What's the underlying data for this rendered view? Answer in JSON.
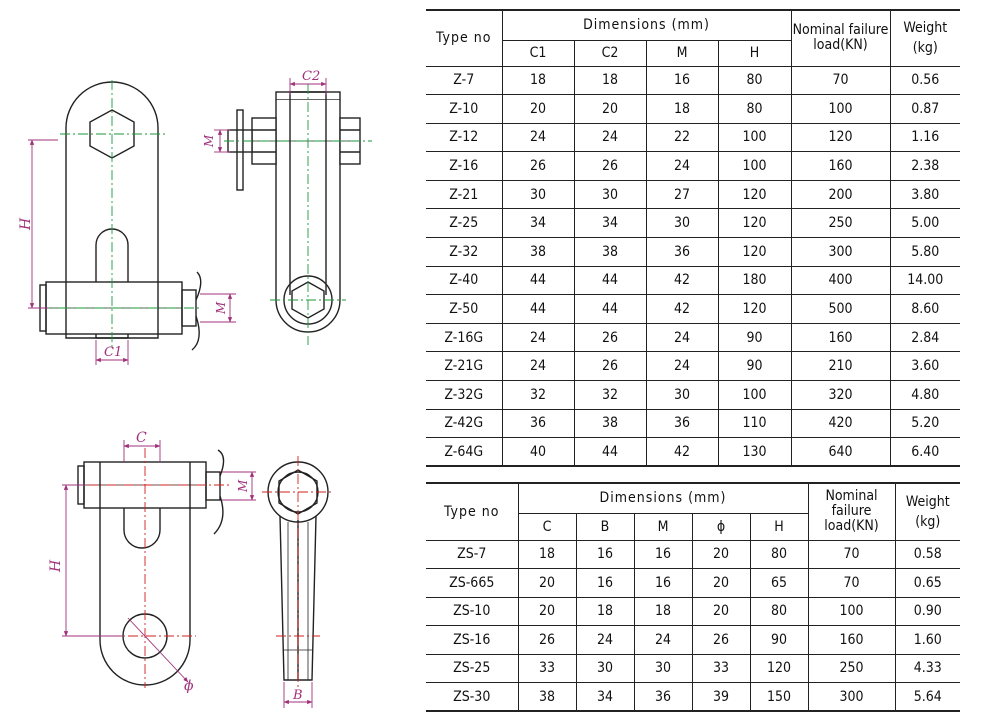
{
  "drawings": {
    "z_front": {
      "dimension_labels": {
        "height": "H",
        "pin_width": "C1",
        "pin_dia": "M"
      }
    },
    "z_side": {
      "dimension_labels": {
        "clevis_width": "C2",
        "bolt_dia": "M"
      }
    },
    "zs_front": {
      "dimension_labels": {
        "clevis_width": "C",
        "height": "H",
        "pin_dia": "M",
        "hole_dia": "ϕ"
      }
    },
    "zs_side": {
      "dimension_labels": {
        "thickness": "B"
      }
    }
  },
  "table_z": {
    "type_header": "Type no",
    "dimensions_header": "Dimensions (mm)",
    "nominal_header_line1": "Nominal failure",
    "nominal_header_line2": "load(KN)",
    "weight_header_line1": "Weight",
    "weight_header_line2": "(kg)",
    "sub_headers": [
      "C1",
      "C2",
      "M",
      "H"
    ],
    "rows": [
      [
        "Z-7",
        "18",
        "18",
        "16",
        "80",
        "70",
        "0.56"
      ],
      [
        "Z-10",
        "20",
        "20",
        "18",
        "80",
        "100",
        "0.87"
      ],
      [
        "Z-12",
        "24",
        "24",
        "22",
        "100",
        "120",
        "1.16"
      ],
      [
        "Z-16",
        "26",
        "26",
        "24",
        "100",
        "160",
        "2.38"
      ],
      [
        "Z-21",
        "30",
        "30",
        "27",
        "120",
        "200",
        "3.80"
      ],
      [
        "Z-25",
        "34",
        "34",
        "30",
        "120",
        "250",
        "5.00"
      ],
      [
        "Z-32",
        "38",
        "38",
        "36",
        "120",
        "300",
        "5.80"
      ],
      [
        "Z-40",
        "44",
        "44",
        "42",
        "180",
        "400",
        "14.00"
      ],
      [
        "Z-50",
        "44",
        "44",
        "42",
        "120",
        "500",
        "8.60"
      ],
      [
        "Z-16G",
        "24",
        "26",
        "24",
        "90",
        "160",
        "2.84"
      ],
      [
        "Z-21G",
        "24",
        "26",
        "24",
        "90",
        "210",
        "3.60"
      ],
      [
        "Z-32G",
        "32",
        "32",
        "30",
        "100",
        "320",
        "4.80"
      ],
      [
        "Z-42G",
        "36",
        "38",
        "36",
        "110",
        "420",
        "5.20"
      ],
      [
        "Z-64G",
        "40",
        "44",
        "42",
        "130",
        "640",
        "6.40"
      ]
    ]
  },
  "table_zs": {
    "type_header": "Type no",
    "dimensions_header": "Dimensions (mm)",
    "nominal_header_line1": "Nominal failure",
    "nominal_header_line2": "load(KN)",
    "weight_header_line1": "Weight",
    "weight_header_line2": "(kg)",
    "sub_headers": [
      "C",
      "B",
      "M",
      "ϕ",
      "H"
    ],
    "rows": [
      [
        "ZS-7",
        "18",
        "16",
        "16",
        "20",
        "80",
        "70",
        "0.58"
      ],
      [
        "ZS-665",
        "20",
        "16",
        "16",
        "20",
        "65",
        "70",
        "0.65"
      ],
      [
        "ZS-10",
        "20",
        "18",
        "18",
        "20",
        "80",
        "100",
        "0.90"
      ],
      [
        "ZS-16",
        "26",
        "24",
        "24",
        "26",
        "90",
        "160",
        "1.60"
      ],
      [
        "ZS-25",
        "33",
        "30",
        "30",
        "33",
        "120",
        "250",
        "4.33"
      ],
      [
        "ZS-30",
        "38",
        "34",
        "36",
        "39",
        "150",
        "300",
        "5.64"
      ]
    ]
  },
  "colors": {
    "outline": "#222222",
    "centerline_green": "#1a9a3a",
    "centerline_red": "#d21f1f",
    "dimension_magenta": "#a0307a"
  }
}
